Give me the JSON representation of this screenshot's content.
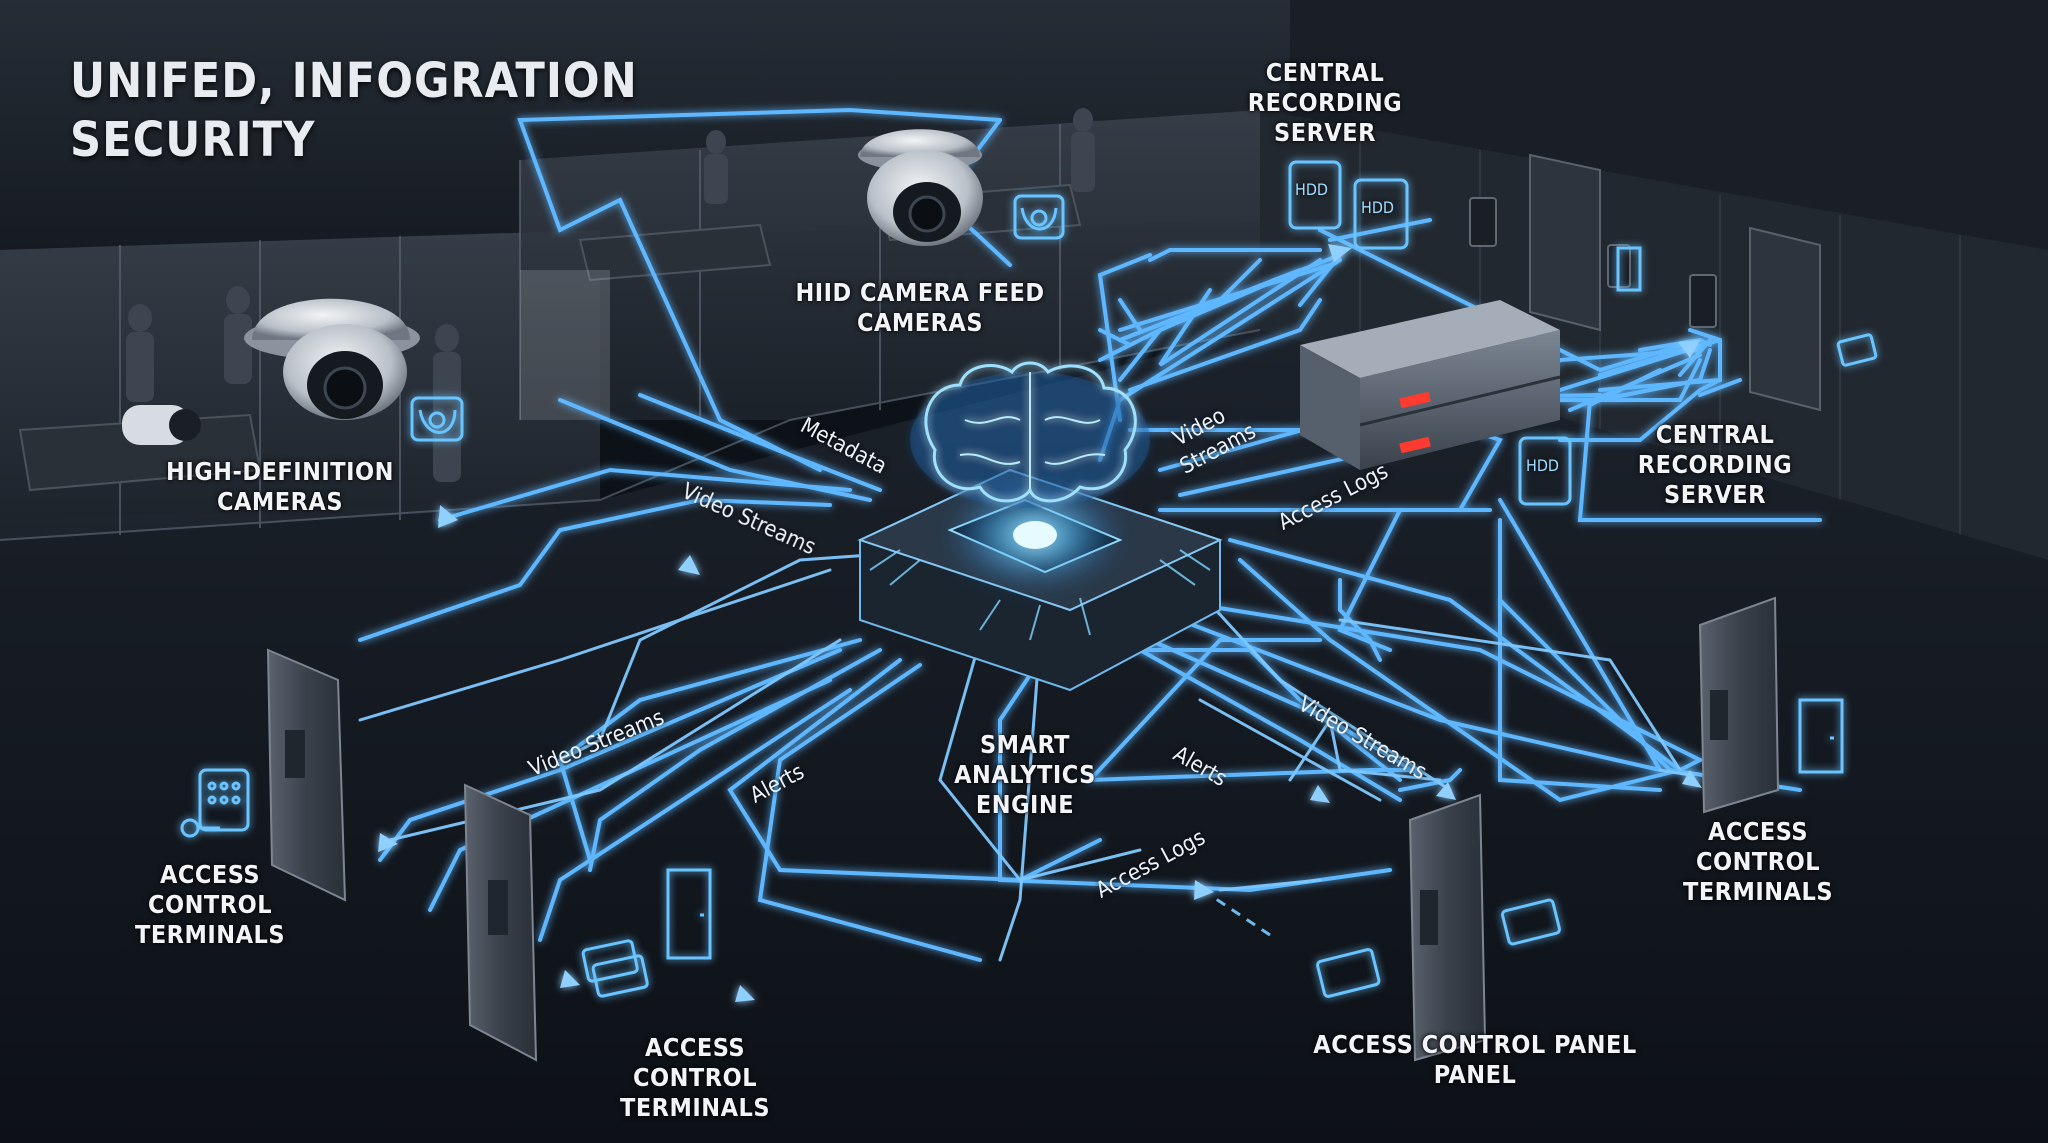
{
  "title": {
    "line1": "UNIFED, INFOGRATION",
    "line2": "SECURITY"
  },
  "labels": {
    "hd_cameras": {
      "line1": "HIGH-DEFINITION",
      "line2": "CAMERAS"
    },
    "hd_feed": {
      "line1": "HIID CAMERA FEED",
      "line2": "CAMERAS"
    },
    "recording_top": {
      "line1": "CENTRAL",
      "line2": "RECORDING",
      "line3": "SERVER"
    },
    "recording_right": {
      "line1": "CENTRAL",
      "line2": "RECORDING",
      "line3": "SERVER"
    },
    "analytics": {
      "line1": "SMART ANALYTICS",
      "line2": "ENGINE"
    },
    "access_left": {
      "line1": "ACCESS CONTROL",
      "line2": "TERMINALS"
    },
    "access_bottom": {
      "line1": "ACCESS CONTROL",
      "line2": "TERMINALS"
    },
    "access_right": {
      "line1": "ACCESS CONTROL",
      "line2": "TERMINALS"
    },
    "access_panel": {
      "line1": "ACCESS CONTROL PANEL",
      "line2": "PANEL"
    }
  },
  "flow_labels": {
    "metadata": "Metadata",
    "video_streams_upper_left": "Video Streams",
    "video_streams_upper_right_1": "Video",
    "video_streams_upper_right_2": "Streams",
    "access_logs_upper_right": "Access Logs",
    "video_streams_left": "Video Streams",
    "alerts_left": "Alerts",
    "alerts_right": "Alerts",
    "video_streams_right": "Video Streams",
    "access_logs_bottom": "Access Logs"
  },
  "icons": {
    "hdd_1": "HDD",
    "hdd_2": "HDD",
    "hdd_3": "HDD"
  },
  "colors": {
    "background": "#0b0f15",
    "glow": "#5fb8ff",
    "chip_core": "#9fe6ff"
  }
}
